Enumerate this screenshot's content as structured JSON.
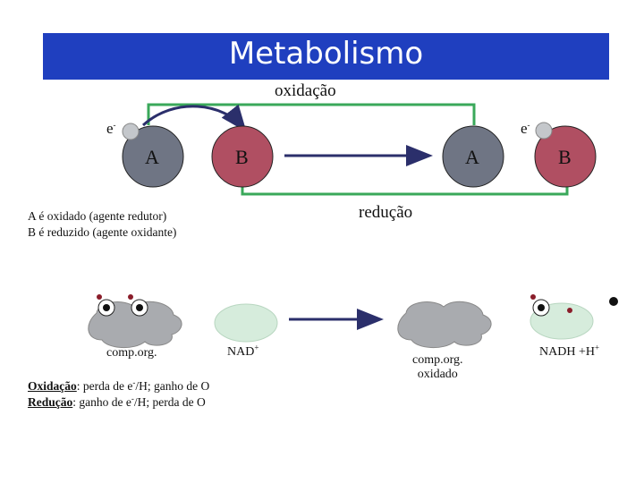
{
  "title": "Metabolismo",
  "top_reaction": {
    "oxidation_label": "oxidação",
    "reduction_label": "redução",
    "reactants": {
      "A": "A",
      "B": "B"
    },
    "products": {
      "A": "A",
      "B": "B"
    },
    "electron_left": "e",
    "electron_right": "e",
    "electron_sup": "-"
  },
  "explanation": {
    "line1": "A é oxidado (agente redutor)",
    "line2": "B é reduzido (agente oxidante)"
  },
  "bottom_reaction": {
    "reactant1": "comp.org.",
    "reactant2_main": "NAD",
    "reactant2_sup": "+",
    "product1_line1": "comp.org.",
    "product1_line2": "oxidado",
    "product2_main": "NADH +H",
    "product2_sup": "+"
  },
  "definitions": {
    "oxidation_term": "Oxidação",
    "oxidation_text_a": ": perda de e",
    "oxidation_sup": "-",
    "oxidation_text_b": "/H; ganho de O",
    "reduction_term": "Redução",
    "reduction_text_a": ": ganho de e",
    "reduction_sup": "-",
    "reduction_text_b": "/H; perda de O"
  },
  "colors": {
    "title_bg": "#1f3fbf",
    "molecule_A": "#6f7584",
    "molecule_B": "#b04f62",
    "electron": "#c4c7cb",
    "bracket": "#3aa85a",
    "arrow": "#2b2f6b",
    "cloud": "#a9abaf",
    "nad_ellipse": "#d6ecdc"
  }
}
